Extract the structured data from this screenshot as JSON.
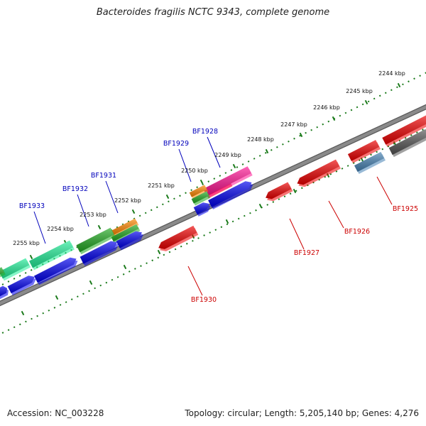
{
  "title": "Bacteroides fragilis NCTC 9343, complete genome",
  "footer": {
    "accession": "Accession: NC_003228",
    "summary": "Topology: circular; Length: 5,205,140 bp; Genes: 4,276"
  },
  "colors": {
    "backbone": "#8a8a8a",
    "tick": "#1a7a1a",
    "plus_label": "#0000bb",
    "minus_label": "#cc0000",
    "red": "#ee0000",
    "blue": "#0000ee",
    "magenta": "#ff1493",
    "aqua": "#22ee99",
    "green": "#22aa22",
    "orange": "#ff8800",
    "steel": "#4682b4",
    "grey": "#555555"
  },
  "scale_labels": [
    "2244 kbp",
    "2245 kbp",
    "2246 kbp",
    "2247 kbp",
    "2248 kbp",
    "2249 kbp",
    "2250 kbp",
    "2251 kbp",
    "2252 kbp",
    "2253 kbp",
    "2254 kbp",
    "2255 kbp"
  ],
  "gene_labels": {
    "plus": [
      "BF1928",
      "BF1929",
      "BF1931",
      "BF1932",
      "BF1933"
    ],
    "minus": [
      "BF1925",
      "BF1926",
      "BF1927",
      "BF1930"
    ]
  }
}
